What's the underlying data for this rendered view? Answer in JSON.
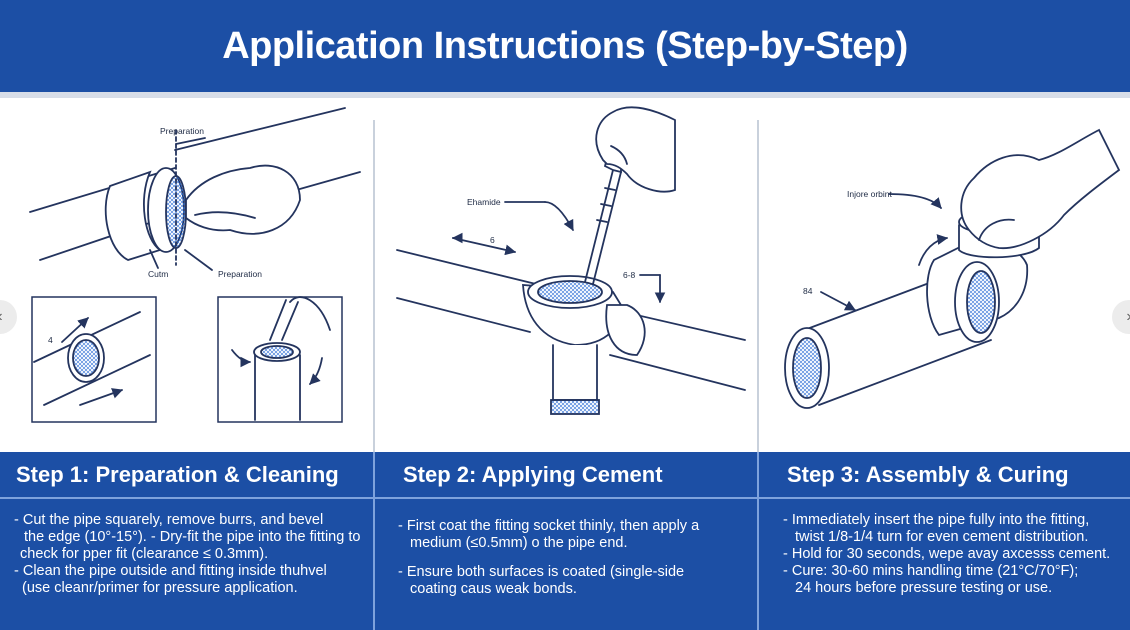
{
  "header": {
    "title": "Application Instructions (Step-by-Step)"
  },
  "panel1": {
    "labels": {
      "top": "Preparation",
      "bottom_left": "Cutm",
      "bottom_right": "Preparation",
      "inset_left": "4"
    },
    "title": "Step 1: Preparation & Cleaning",
    "lines": [
      "- Cut the pipe squarely, remove burrs, and bevel",
      "the edge (10°-15°). - Dry-fit the pipe into the fitting to",
      "check for pper fit (clearance ≤ 0.3mm).",
      "- Clean the pipe outside and fitting inside thuhvel",
      "(use cleanr/primer for pressure application."
    ]
  },
  "panel2": {
    "labels": {
      "top": "Ehamide",
      "side": "6-8",
      "arrow": "6"
    },
    "title": "Step 2: Applying Cement",
    "lines": [
      "- First coat the fitting socket thinly, then apply a",
      "medium (≤0.5mm) o the pipe end.",
      "- Ensure both surfaces is coated (single-side",
      "coating caus weak bonds."
    ]
  },
  "panel3": {
    "labels": {
      "top": "Injore orbint",
      "left": "84"
    },
    "title": "Step 3: Assembly & Curing",
    "lines": [
      "- Immediately insert the pipe fully into the fitting,",
      "twist 1/8-1/4 turn for even cement distribution.",
      "- Hold for 30 seconds, wepe avay axcesss cement.",
      "- Cure: 30-60 mins handling time (21°C/70°F);",
      "24 hours before pressure testing or use."
    ]
  },
  "colors": {
    "banner": "#1c4fa5",
    "line": "#24345e",
    "accent": "#2f6fd6"
  }
}
